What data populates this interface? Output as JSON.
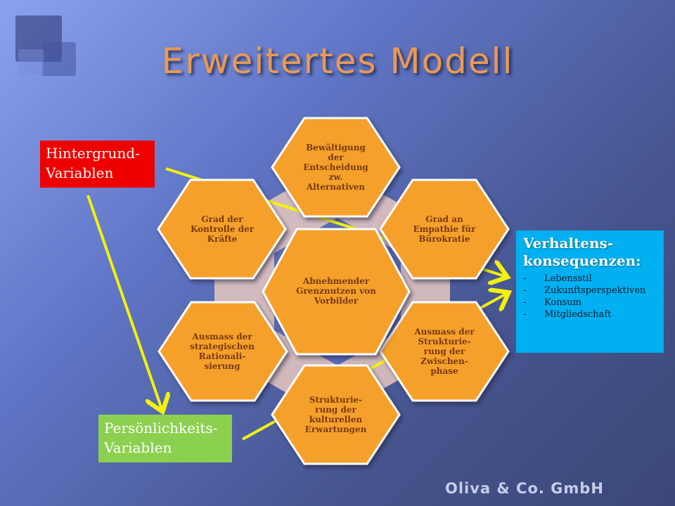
{
  "title": "Erweitertes Modell",
  "hexagons": {
    "top": "Bewältigung der Entscheidung zw. Alternativen",
    "top_left": "Grad der Kontrolle der Kräfte",
    "top_right": "Grad an Empathie für Bürokratie",
    "center": "Abnehmender Grenznutzen von Vorbilder",
    "bottom_left": "Ausmass der strategischen Rationali-sierung",
    "bottom_right": "Ausmass der Strukturie-rung der Zwischen-phase",
    "bottom": "Strukturie-rung der kulturellen Erwartungen"
  },
  "boxes": {
    "hintergrund": "Hintergrund-Variablen",
    "persoenlichkeit": "Persönlichkeits-Variablen",
    "verhalten_title": "Verhaltens-konsequenzen:",
    "verhalten_items": [
      "Lebensstil",
      "Zukunftsperspektiven",
      "Konsum",
      "Mitgliedschaft"
    ],
    "dash": "-"
  },
  "footer": "Oliva & Co. GmbH",
  "colors": {
    "hexagon_fill": "#f5a02a",
    "hexagon_text": "#7a3a12",
    "arrow": "#f2f20c",
    "hintergrund_box": "#ee0000",
    "persoenlichkeit_box": "#8cd050",
    "verhalten_box": "#00b0f0",
    "title": "#e89a55"
  }
}
